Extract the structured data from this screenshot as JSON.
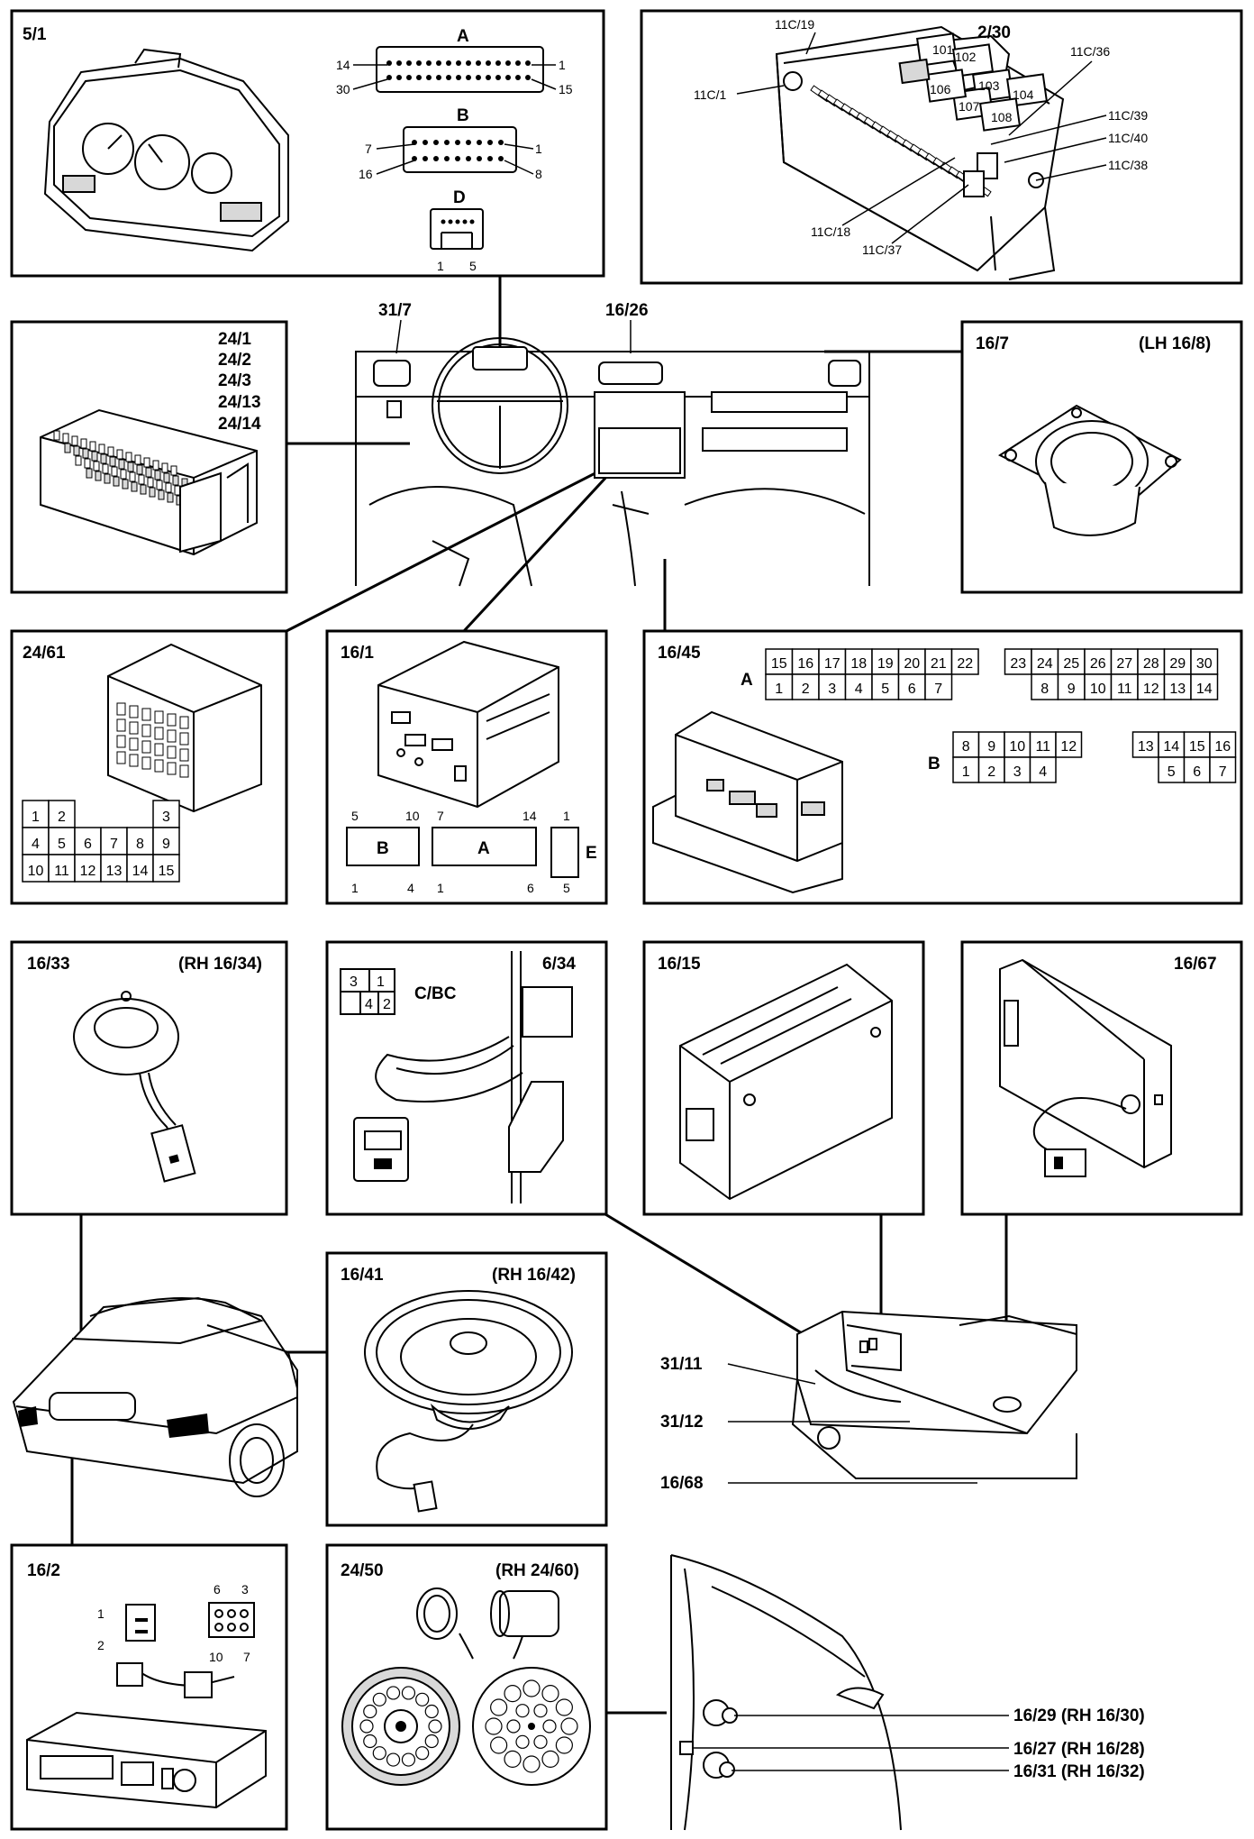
{
  "panels": {
    "p5_1": {
      "id": "5/1",
      "conn_a": {
        "name": "A",
        "pin_tl": "14",
        "pin_bl": "30",
        "pin_tr": "1",
        "pin_br": "15"
      },
      "conn_b": {
        "name": "B",
        "pin_tl": "7",
        "pin_bl": "16",
        "pin_tr": "1",
        "pin_br": "8"
      },
      "conn_d": {
        "name": "D",
        "pin_l": "1",
        "pin_r": "5"
      }
    },
    "p2_30": {
      "id": "2/30",
      "callouts": [
        "11C/19",
        "11C/1",
        "11C/36",
        "11C/39",
        "11C/40",
        "11C/38",
        "11C/18",
        "11C/37"
      ],
      "relays": [
        "101",
        "102",
        "106",
        "103",
        "104",
        "107",
        "108"
      ]
    },
    "p24_1": {
      "ids": [
        "24/1",
        "24/2",
        "24/3",
        "24/13",
        "24/14"
      ]
    },
    "dash": {
      "labels": [
        "31/7",
        "16/26"
      ]
    },
    "p16_7": {
      "id": "16/7",
      "alt": "(LH 16/8)"
    },
    "p24_61": {
      "id": "24/61",
      "rows": [
        [
          "1",
          "2",
          "",
          "",
          "",
          "3"
        ],
        [
          "4",
          "5",
          "6",
          "7",
          "8",
          "9"
        ],
        [
          "10",
          "11",
          "12",
          "13",
          "14",
          "15"
        ]
      ]
    },
    "p16_1": {
      "id": "16/1",
      "b_pins": [
        "5",
        "10",
        "1",
        "4"
      ],
      "b_name": "B",
      "a_pins": [
        "7",
        "14",
        "1",
        "6"
      ],
      "a_name": "A",
      "e_pins": [
        "1",
        "5"
      ],
      "e_name": "E"
    },
    "p16_45": {
      "id": "16/45",
      "a_name": "A",
      "a_top": [
        "15",
        "16",
        "17",
        "18",
        "19",
        "20",
        "21",
        "22",
        "",
        "23",
        "24",
        "25",
        "26",
        "27",
        "28",
        "29",
        "30"
      ],
      "a_bot": [
        "1",
        "2",
        "3",
        "4",
        "5",
        "6",
        "7",
        "",
        "",
        "",
        "8",
        "9",
        "10",
        "11",
        "12",
        "13",
        "14"
      ],
      "b_name": "B",
      "b_top": [
        "8",
        "9",
        "10",
        "11",
        "12",
        "",
        "",
        "13",
        "14",
        "15",
        "16"
      ],
      "b_bot": [
        "1",
        "2",
        "3",
        "4",
        "",
        "",
        "",
        "",
        "5",
        "6",
        "7"
      ]
    },
    "p16_33": {
      "id": "16/33",
      "alt": "(RH 16/34)"
    },
    "p6_34": {
      "id": "6/34",
      "conn": "C/BC",
      "pins": [
        "3",
        "1",
        "4",
        "2"
      ]
    },
    "p16_15": {
      "id": "16/15"
    },
    "p16_67": {
      "id": "16/67"
    },
    "p16_41": {
      "id": "16/41",
      "alt": "(RH 16/42)"
    },
    "trunk": {
      "labels": [
        "31/11",
        "31/12",
        "16/68"
      ]
    },
    "p16_2": {
      "id": "16/2",
      "pins_small": [
        "1",
        "2"
      ],
      "pins_big": [
        "6",
        "3",
        "10",
        "7"
      ]
    },
    "p24_50": {
      "id": "24/50",
      "alt": "(RH 24/60)"
    },
    "door": {
      "labels": [
        "16/29 (RH 16/30)",
        "16/27 (RH 16/28)",
        "16/31 (RH 16/32)"
      ]
    }
  }
}
